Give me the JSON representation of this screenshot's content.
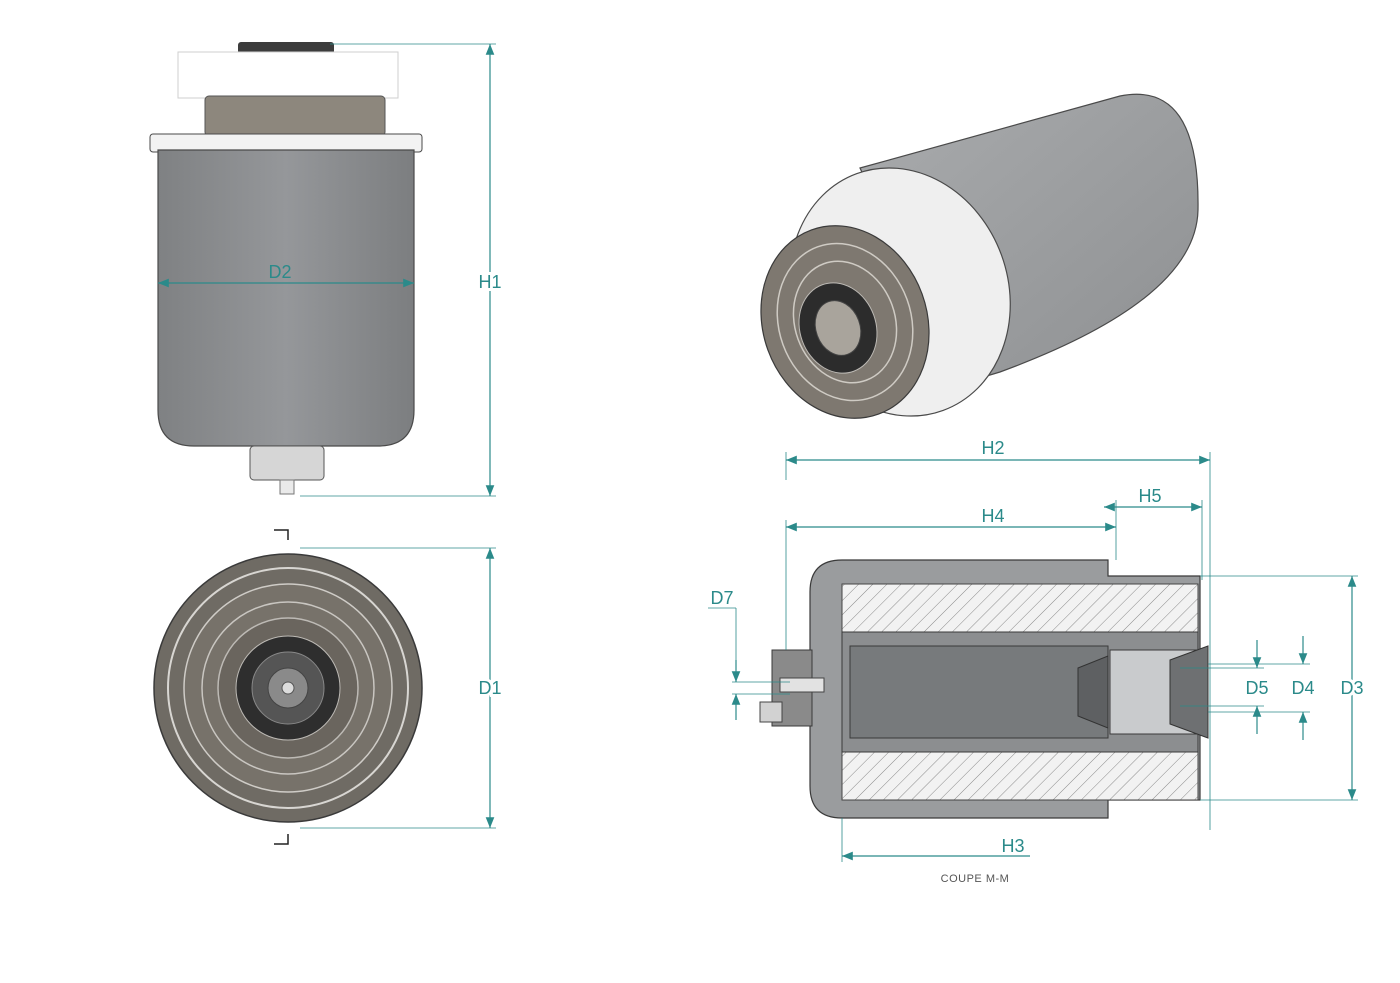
{
  "drawing": {
    "dimension_labels": {
      "h1": "H1",
      "h2": "H2",
      "h3": "H3",
      "h4": "H4",
      "h5": "H5",
      "d1": "D1",
      "d2": "D2",
      "d3": "D3",
      "d4": "D4",
      "d5": "D5",
      "d7": "D7"
    },
    "section_caption": "COUPE M-M"
  },
  "colors": {
    "dimension": "#2b8a8a",
    "body_gray": "#8f9193",
    "cap_dark": "#6b665f",
    "edge": "#3a3a3a"
  }
}
